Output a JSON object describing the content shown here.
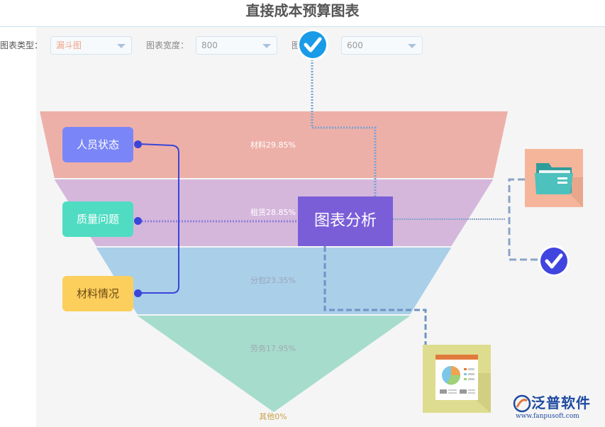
{
  "page": {
    "title": "直接成本预算图表"
  },
  "form": {
    "chart_type_label": "图表类型：",
    "chart_type_value": "漏斗图",
    "chart_width_label": "图表宽度：",
    "chart_width_value": "800",
    "chart_height_label": "图",
    "chart_height_value": "600"
  },
  "chart_data": {
    "type": "funnel",
    "categories": [
      "材料",
      "租赁",
      "分包",
      "劳务",
      "其他"
    ],
    "values": [
      29.85,
      28.85,
      23.35,
      17.95,
      0
    ],
    "labels": [
      "材料29.85%",
      "租赁28.85%",
      "分包23.35%",
      "劳务17.95%",
      "其他0%"
    ],
    "colors": [
      "#edb0a8",
      "#d5b7dc",
      "#a9cfe9",
      "#a6dccc"
    ]
  },
  "tags": [
    {
      "label": "人员状态",
      "bg": "#7a86f7",
      "color": "#ffffff"
    },
    {
      "label": "质量问题",
      "bg": "#4fdcc2",
      "color": "#ffffff"
    },
    {
      "label": "材料情况",
      "bg": "#fcce5c",
      "color": "#6a4a14"
    }
  ],
  "center_label": "图表分析",
  "icons": [
    "check-icon",
    "folder-icon",
    "pie-report-icon",
    "brand-logo-icon"
  ],
  "brand": {
    "name": "泛普软件",
    "url": "www.fanpusoft.com"
  },
  "colors": {
    "accent_purple": "#7a5ed8",
    "check_blue": "#1a9be8",
    "check_indigo": "#4045e0"
  }
}
